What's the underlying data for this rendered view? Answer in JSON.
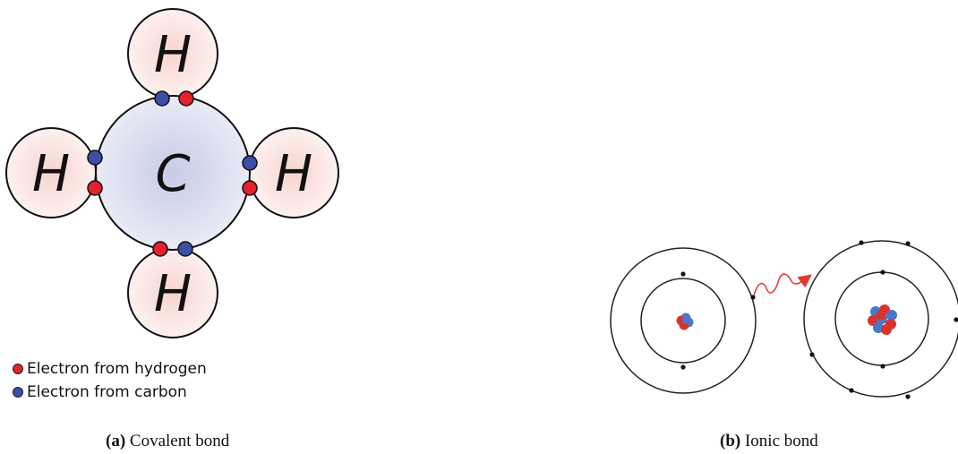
{
  "covalent": {
    "center_atom": "C",
    "outer_atoms": [
      "H",
      "H",
      "H",
      "H"
    ],
    "legend": [
      {
        "label": "Electron from hydrogen",
        "color": "#e3222b"
      },
      {
        "label": "Electron from carbon",
        "color": "#3b4fa8"
      }
    ],
    "caption_label": "(a)",
    "caption_text": "Covalent bond"
  },
  "ionic": {
    "caption_label": "(b)",
    "caption_text": "Ionic bond"
  },
  "colors": {
    "carbon_fill": "#d6d9ea",
    "hydrogen_fill": "#fbe9e7",
    "hydrogen_electron": "#e3222b",
    "carbon_electron": "#3b4fa8",
    "proton": "#d8342b",
    "neutron": "#4a78c8",
    "transfer_arrow": "#e2392f"
  }
}
